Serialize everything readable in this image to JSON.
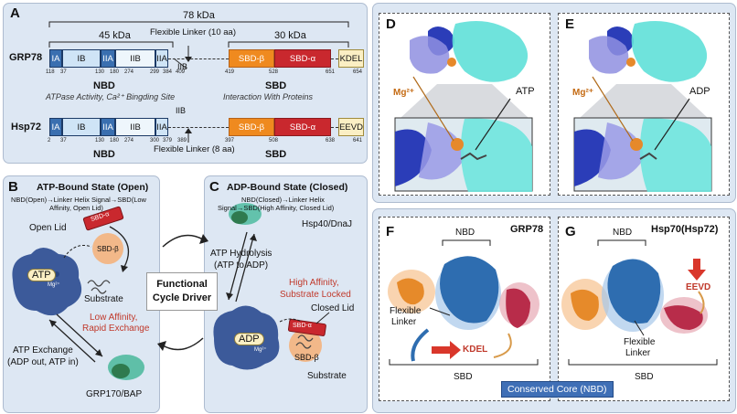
{
  "colors": {
    "panel_bg": "#dde7f3",
    "nbd_dark": "#3a6fb0",
    "nbd_light": "#cfe4f6",
    "sbd_beta": "#ef8a1f",
    "sbd_alpha": "#c9282e",
    "kdel": "#fbefc4",
    "red_text": "#c0392b"
  },
  "panelA": {
    "label": "A",
    "kda78": "78 kDa",
    "kda45": "45 kDa",
    "kda30": "30 kDa",
    "linker10": "Flexible Linker (10 aa)",
    "linker8": "Flexible Linker (8 aa)",
    "grp78": "GRP78",
    "hsp72": "Hsp72",
    "segments": {
      "IA": "IA",
      "IB": "IB",
      "IIA": "IIA",
      "IIB": "IIB",
      "sbd_beta": "SBD-β",
      "sbd_alpha": "SBD-α",
      "kdel": "KDEL",
      "eevd": "EEVD"
    },
    "grp78_nums": [
      "118",
      "37",
      "130",
      "180",
      "274",
      "299",
      "384",
      "409",
      "419",
      "528",
      "651",
      "654"
    ],
    "hsp72_nums": [
      "2",
      "37",
      "130",
      "180",
      "274",
      "300",
      "379",
      "389",
      "397",
      "508",
      "638",
      "641"
    ],
    "nbd": "NBD",
    "sbd": "SBD",
    "nbd_desc": "ATPase Activity, Ca²⁺ Bingding Site",
    "sbd_desc": "Interaction With Proteins"
  },
  "panelB": {
    "label": "B",
    "title": "ATP-Bound State (Open)",
    "subtitle1": "NBD(Open)→Linker Helix Signal→SBD(Low",
    "subtitle2": "Affinity, Open Lid)",
    "open_lid": "Open Lid",
    "sbd_alpha": "SBD-α",
    "sbd_beta": "SBD-β",
    "atp": "ATP",
    "mg": "Mg²⁺",
    "substrate": "Substrate",
    "affinity1": "Low Affinity,",
    "affinity2": "Rapid Exchange",
    "exchange1": "ATP Exchange",
    "exchange2": "(ADP out, ATP in)",
    "cofactor": "GRP170/BAP"
  },
  "center": {
    "line1": "Functional",
    "line2": "Cycle Driver"
  },
  "panelC": {
    "label": "C",
    "title": "ADP-Bound State (Closed)",
    "subtitle1": "NBD(Closed)→Linker Helix",
    "subtitle2": "Signal→SBD(High Affinity, Closed Lid)",
    "cofactor": "Hsp40/DnaJ",
    "hydrolysis1": "ATP Hydrolysis",
    "hydrolysis2": "(ATP to ADP)",
    "affinity1": "High Affinity,",
    "affinity2": "Substrate Locked",
    "closed_lid": "Closed Lid",
    "adp": "ADP",
    "mg": "Mg²⁺",
    "sbd_alpha": "SBD-α",
    "sbd_beta": "SBD-β",
    "substrate": "Substrate"
  },
  "panelD": {
    "label": "D",
    "mg": "Mg²⁺",
    "nuc": "ATP"
  },
  "panelE": {
    "label": "E",
    "mg": "Mg²⁺",
    "nuc": "ADP"
  },
  "panelF": {
    "label": "F",
    "title": "GRP78",
    "nbd": "NBD",
    "linker1": "Flexible",
    "linker2": "Linker",
    "tag": "KDEL",
    "sbd": "SBD"
  },
  "panelG": {
    "label": "G",
    "title": "Hsp70(Hsp72)",
    "nbd": "NBD",
    "linker1": "Flexible",
    "linker2": "Linker",
    "tag": "EEVD",
    "sbd": "SBD"
  },
  "footer": {
    "core": "Conserved Core (NBD)"
  }
}
